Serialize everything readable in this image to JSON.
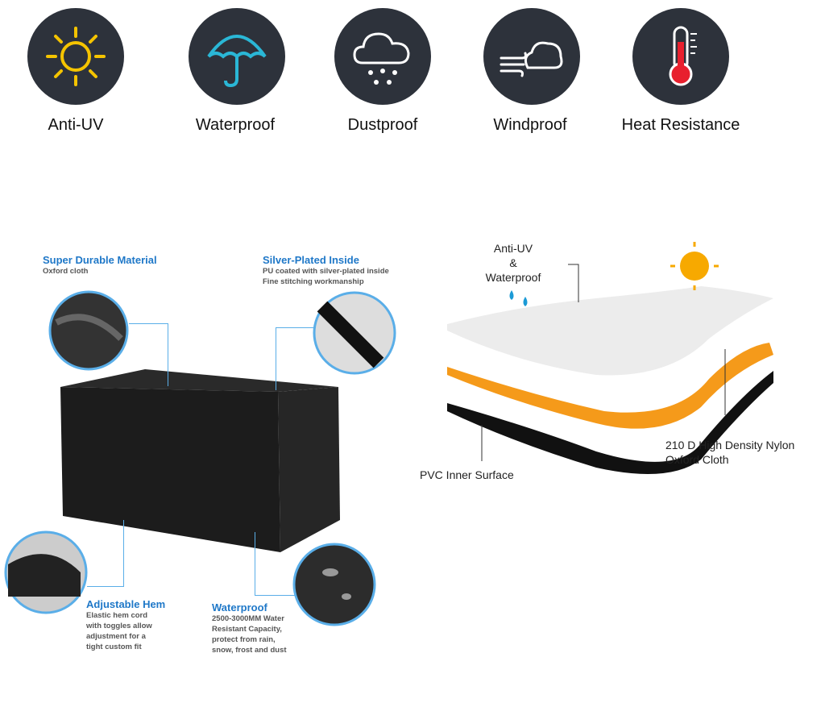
{
  "features": [
    {
      "label": "Anti-UV",
      "icon": "sun-icon"
    },
    {
      "label": "Waterproof",
      "icon": "umbrella-icon"
    },
    {
      "label": "Dustproof",
      "icon": "cloud-dust-icon"
    },
    {
      "label": "Windproof",
      "icon": "wind-cloud-icon"
    },
    {
      "label": "Heat Resistance",
      "icon": "thermometer-icon"
    }
  ],
  "callouts": {
    "durable": {
      "title": "Super Durable Material",
      "desc": "Oxford cloth"
    },
    "silver": {
      "title": "Silver-Plated Inside",
      "desc1": "PU coated with silver-plated inside",
      "desc2": "Fine stitching workmanship"
    },
    "hem": {
      "title": "Adjustable Hem",
      "desc": [
        "Elastic hem cord",
        "with toggles allow",
        "adjustment for a",
        "tight custom fit"
      ]
    },
    "water": {
      "title": "Waterproof",
      "desc": [
        "2500-3000MM Water",
        "Resistant Capacity,",
        "protect from rain,",
        "snow, frost and dust"
      ]
    }
  },
  "layers": {
    "top": [
      "Anti-UV",
      "&",
      "Waterproof"
    ],
    "middle": [
      "210 D High Density Nylon",
      "Oxford Cloth"
    ],
    "bottom": "PVC Inner Surface"
  },
  "colors": {
    "accent": "#1f78c8",
    "icon_bg": "#2d323b",
    "sun": "#f5c400",
    "umbrella": "#2ab7d6",
    "thermo": "#e8202e"
  }
}
